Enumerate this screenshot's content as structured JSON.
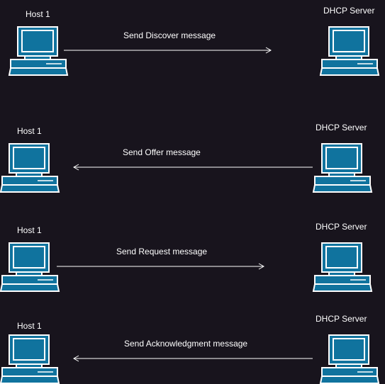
{
  "colors": {
    "background": "#18141d",
    "computer_fill": "#10739e",
    "computer_stroke": "#ffffff",
    "text": "#ffffff"
  },
  "steps": [
    {
      "host_label": "Host 1",
      "server_label": "DHCP Server",
      "message": "Send Discover message",
      "direction": "host-to-server"
    },
    {
      "host_label": "Host 1",
      "server_label": "DHCP Server",
      "message": "Send Offer message",
      "direction": "server-to-host"
    },
    {
      "host_label": "Host 1",
      "server_label": "DHCP Server",
      "message": "Send Request message",
      "direction": "host-to-server"
    },
    {
      "host_label": "Host 1",
      "server_label": "DHCP Server",
      "message": "Send Acknowledgment message",
      "direction": "server-to-host"
    }
  ],
  "icon": "computer-icon"
}
